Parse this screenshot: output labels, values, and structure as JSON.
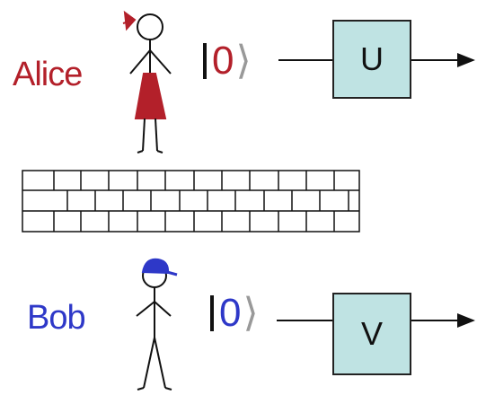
{
  "alice": {
    "name": "Alice",
    "ket_value": "0",
    "gate_label": "U",
    "color": "#b3202a"
  },
  "bob": {
    "name": "Bob",
    "ket_value": "0",
    "gate_label": "V",
    "color": "#2e38c8"
  },
  "colors": {
    "gate_fill": "#bfe3e3",
    "bob_cap": "#2e38c8",
    "alice_dress": "#b3202a"
  },
  "icons": [
    "alice-stick-figure-icon",
    "bob-stick-figure-icon",
    "brick-wall-icon",
    "arrow-icon"
  ]
}
